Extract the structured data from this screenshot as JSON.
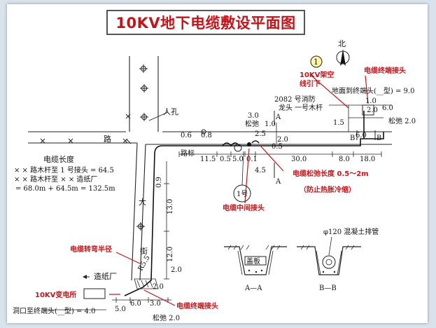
{
  "title": "10KV地下电缆敷设平面图",
  "compass": {
    "label": "北"
  },
  "marker_1": "1",
  "annotations_red": {
    "overhead": [
      "10KV架空",
      "线引下"
    ],
    "terminal_top": "电缆终端接头",
    "slack_length": "电缆松弛长度 0.5～2m",
    "thermal": "（防止热胀冷缩）",
    "middle_joint": "电缆中间接头",
    "bend_radius": "电缆转弯半径",
    "substation": "10KV变电所",
    "terminal_bottom": "电缆终端接头"
  },
  "labels": {
    "manhole": "人孔",
    "road_char": "路",
    "road_big": "大",
    "street": "街",
    "paper_mill": "造纸厂",
    "road_marker": "路标",
    "hydrant_1": "2082 号消防",
    "hydrant_2": "龙头   一号木杆",
    "slack_top": "松弛 2.0",
    "slack_mid": "松弛",
    "slack_mid_val": "1.0",
    "slack_bottom": "松弛 2.0",
    "ground_to_terminal": "地面到终端头(__型) = 9.0",
    "cave_to_terminal": "洞口至终端头(__型) = 4.0",
    "joint_no": "1号",
    "section_a": "A",
    "section_b": "B",
    "cover_plate": "盖板",
    "concrete_pipe": "φ120 混凝土排管",
    "section_aa": "A—A",
    "section_bb": "B—B"
  },
  "cable_length": {
    "heading": "电缆长度",
    "line1": "× × 路木杆至 1 号接头 = 64.5",
    "line2": "× × 路木杆至 × × 造纸厂",
    "line3": "= 68.0m + 64.5m = 132.5m"
  },
  "dimensions": {
    "top_row": [
      "1.0",
      "2.0",
      "6.0",
      "1.5",
      "6.0"
    ],
    "horizontal": [
      "0.6",
      "0.8",
      "3.0",
      "2.5",
      "2.0",
      "0.5",
      "11.5",
      "0.5",
      "5.0",
      "0.1",
      "30.0",
      "8.0",
      "18.0",
      "4.5"
    ],
    "vertical": [
      "0.9",
      "13.0",
      "12.0",
      "2.0",
      "2.0",
      "R5.5"
    ],
    "bottom": [
      "5.0",
      "6.0",
      "3.0"
    ]
  },
  "colors": {
    "accent": "#c0161b",
    "background": "#d9e3ec"
  }
}
